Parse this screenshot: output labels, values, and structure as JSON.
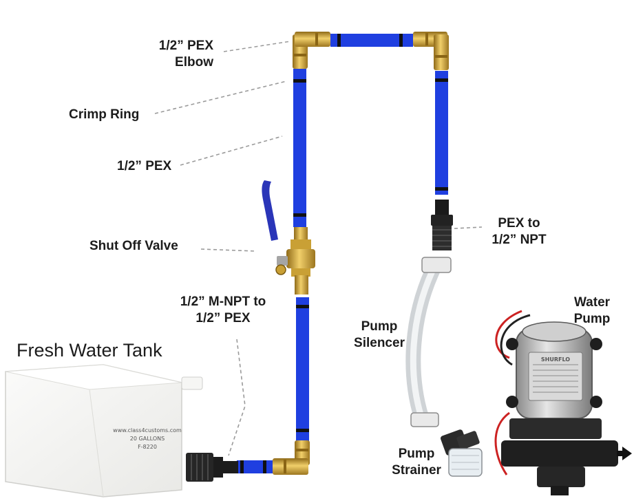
{
  "title": "Fresh Water Tank",
  "labels": {
    "pex_elbow": [
      "1/2” PEX",
      "Elbow"
    ],
    "crimp_ring": "Crimp Ring",
    "pex": "1/2” PEX",
    "shut_off_valve": "Shut Off Valve",
    "mnpt_to_pex": [
      "1/2” M-NPT to",
      "1/2” PEX"
    ],
    "pex_to_npt": [
      "PEX to",
      "1/2” NPT"
    ],
    "water_pump": [
      "Water",
      "Pump"
    ],
    "pump_silencer": [
      "Pump",
      "Silencer"
    ],
    "pump_strainer": [
      "Pump",
      "Strainer"
    ]
  },
  "tank_text": [
    "www.class4customs.com",
    "20 GALLONS",
    "F-8220"
  ],
  "pump_brand": "SHURFLO",
  "colors": {
    "pex_blue": "#1f3fe0",
    "brass": "#c9a035",
    "valve_handle": "#2a35b8",
    "tank": "#f4f4f2",
    "leader": "#9a9a9a"
  },
  "icons": [
    "pex-elbow-icon",
    "ball-valve-icon",
    "water-pump-icon",
    "pump-strainer-icon",
    "water-tank-icon",
    "flow-arrow-icon"
  ]
}
